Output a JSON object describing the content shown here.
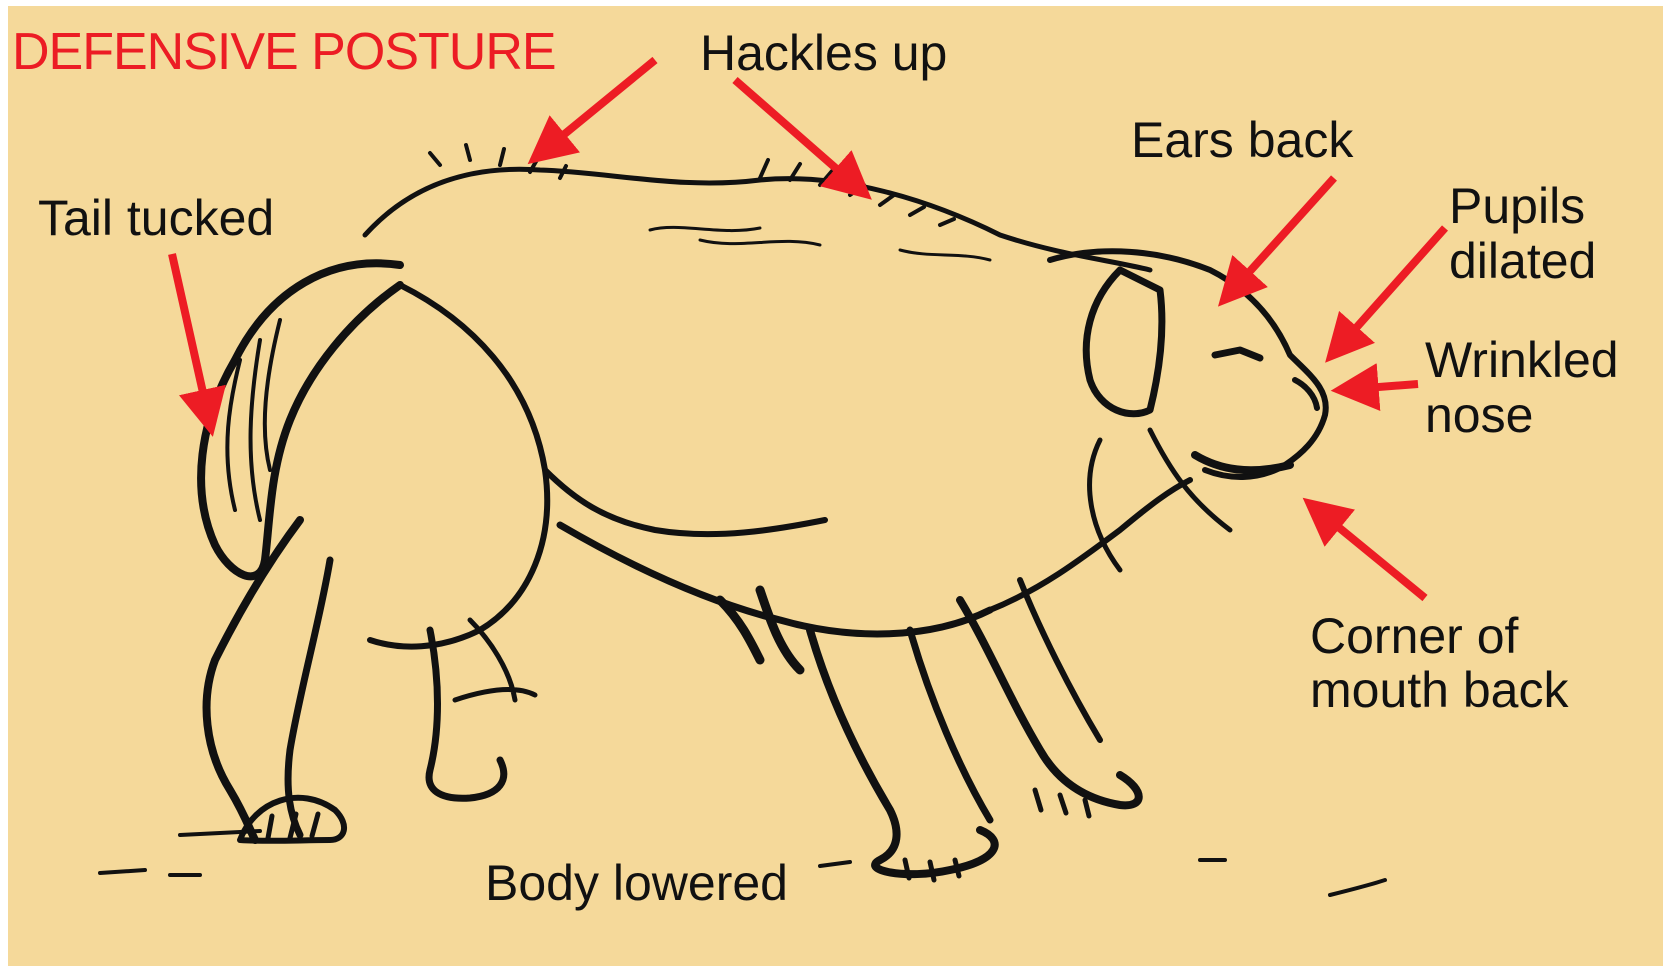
{
  "title": "DEFENSIVE POSTURE",
  "labels": {
    "hackles": "Hackles up",
    "ears": "Ears back",
    "tail": "Tail tucked",
    "pupils_1": "Pupils",
    "pupils_2": "dilated",
    "nose_1": "Wrinkled",
    "nose_2": "nose",
    "mouth_1": "Corner of",
    "mouth_2": "mouth back",
    "body": "Body lowered"
  },
  "colors": {
    "background": "#f5d99a",
    "title": "#ec1c24",
    "arrow": "#ed1c24",
    "ink": "#111111"
  },
  "illustration": "dog-sketch-icon"
}
